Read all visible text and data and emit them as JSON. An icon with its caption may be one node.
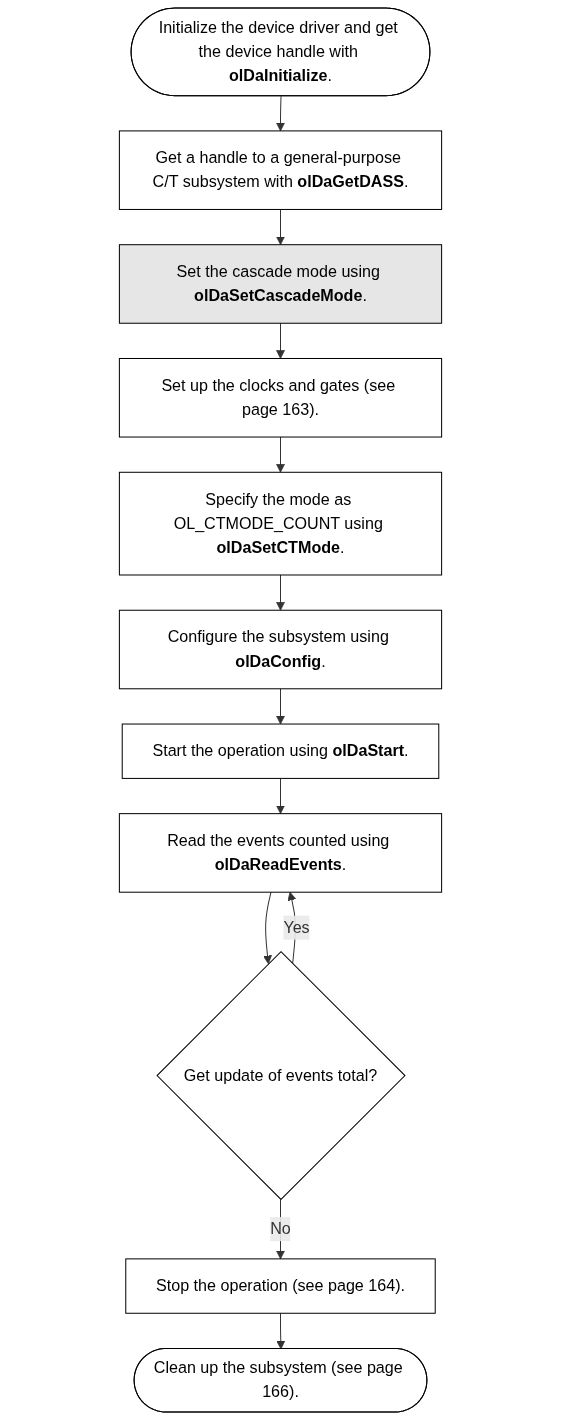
{
  "diagram": {
    "nodes": [
      {
        "text": [
          "Initialize the device driver and get the device handle with **olDaInitialize**."
        ]
      },
      {
        "text": [
          "Get a handle to a general-purpose C/T subsystem with **olDaGetDASS**."
        ]
      },
      {
        "text": [
          "Set the cascade mode using **olDaSetCascadeMode**."
        ]
      },
      {
        "text": [
          "Set up the clocks and gates (see page 163)."
        ]
      },
      {
        "text": [
          "Specify the mode as OL_CTMODE_COUNT using **olDaSetCTMode**."
        ]
      },
      {
        "text": [
          "Configure the subsystem using **olDaConfig**."
        ]
      },
      {
        "text": [
          "Start the operation using **olDaStart**."
        ]
      },
      {
        "text": [
          "Read the events counted using **olDaReadEvents**."
        ]
      },
      {
        "text": [
          "Get update of events total?"
        ]
      },
      {
        "text": [
          "Stop the operation (see page 164)."
        ]
      },
      {
        "text": [
          "Clean up the subsystem (see page 166)."
        ]
      }
    ],
    "edges": [
      {
        "from": 0,
        "to": 1,
        "arrow": "to"
      },
      {
        "from": 1,
        "to": 2,
        "arrow": "to"
      },
      {
        "from": 2,
        "to": 3,
        "arrow": "to"
      },
      {
        "from": 3,
        "to": 4,
        "arrow": "to"
      },
      {
        "from": 4,
        "to": 5,
        "arrow": "to"
      },
      {
        "from": 5,
        "to": 6,
        "arrow": "to"
      },
      {
        "from": 6,
        "to": 7,
        "arrow": "to"
      },
      {
        "from": 7,
        "to": 8,
        "arrow": "to"
      },
      {
        "from": 8,
        "to": 7,
        "label": "Yes",
        "arrow": "to"
      },
      {
        "from": 8,
        "to": 9,
        "label": "No",
        "arrow": "to"
      },
      {
        "from": 9,
        "to": 10,
        "arrow": "to"
      }
    ]
  }
}
